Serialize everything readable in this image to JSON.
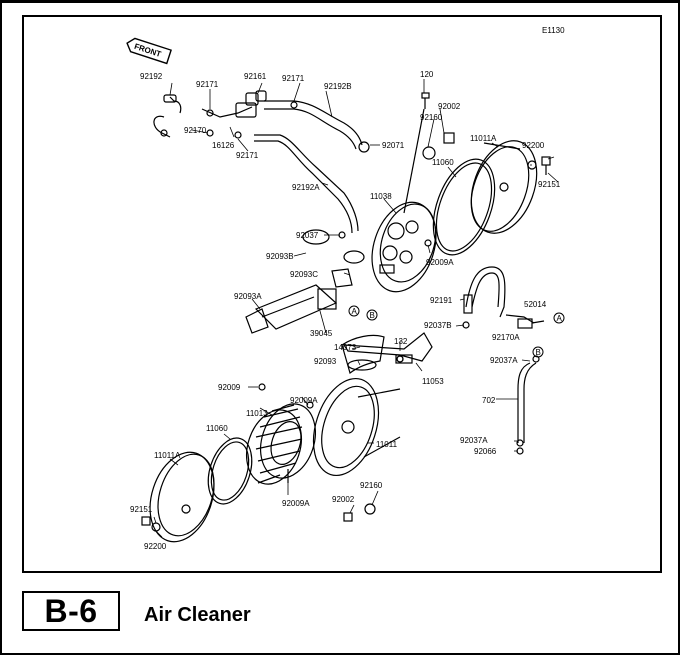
{
  "diagram": {
    "figure_code": "E1130",
    "front_label": "FRONT",
    "parts": [
      "92192",
      "92171",
      "92161",
      "92171",
      "92192B",
      "120",
      "92170",
      "16126",
      "92171",
      "92071",
      "92002",
      "92160",
      "11011A",
      "92200",
      "92151",
      "92192A",
      "11060",
      "11038",
      "92037",
      "92093B",
      "92009A",
      "92093C",
      "92191",
      "52014",
      "92093A",
      "92037B",
      "92170A",
      "39045",
      "14073",
      "132",
      "92093",
      "11053",
      "92037A",
      "92009",
      "92009A",
      "702",
      "11013",
      "11060",
      "11011",
      "11011A",
      "92037A",
      "92066",
      "92009A",
      "92160",
      "92151",
      "92002",
      "92200"
    ],
    "callouts": [
      "A",
      "B",
      "A",
      "B"
    ]
  },
  "section": {
    "code": "B-6",
    "title": "Air Cleaner"
  }
}
